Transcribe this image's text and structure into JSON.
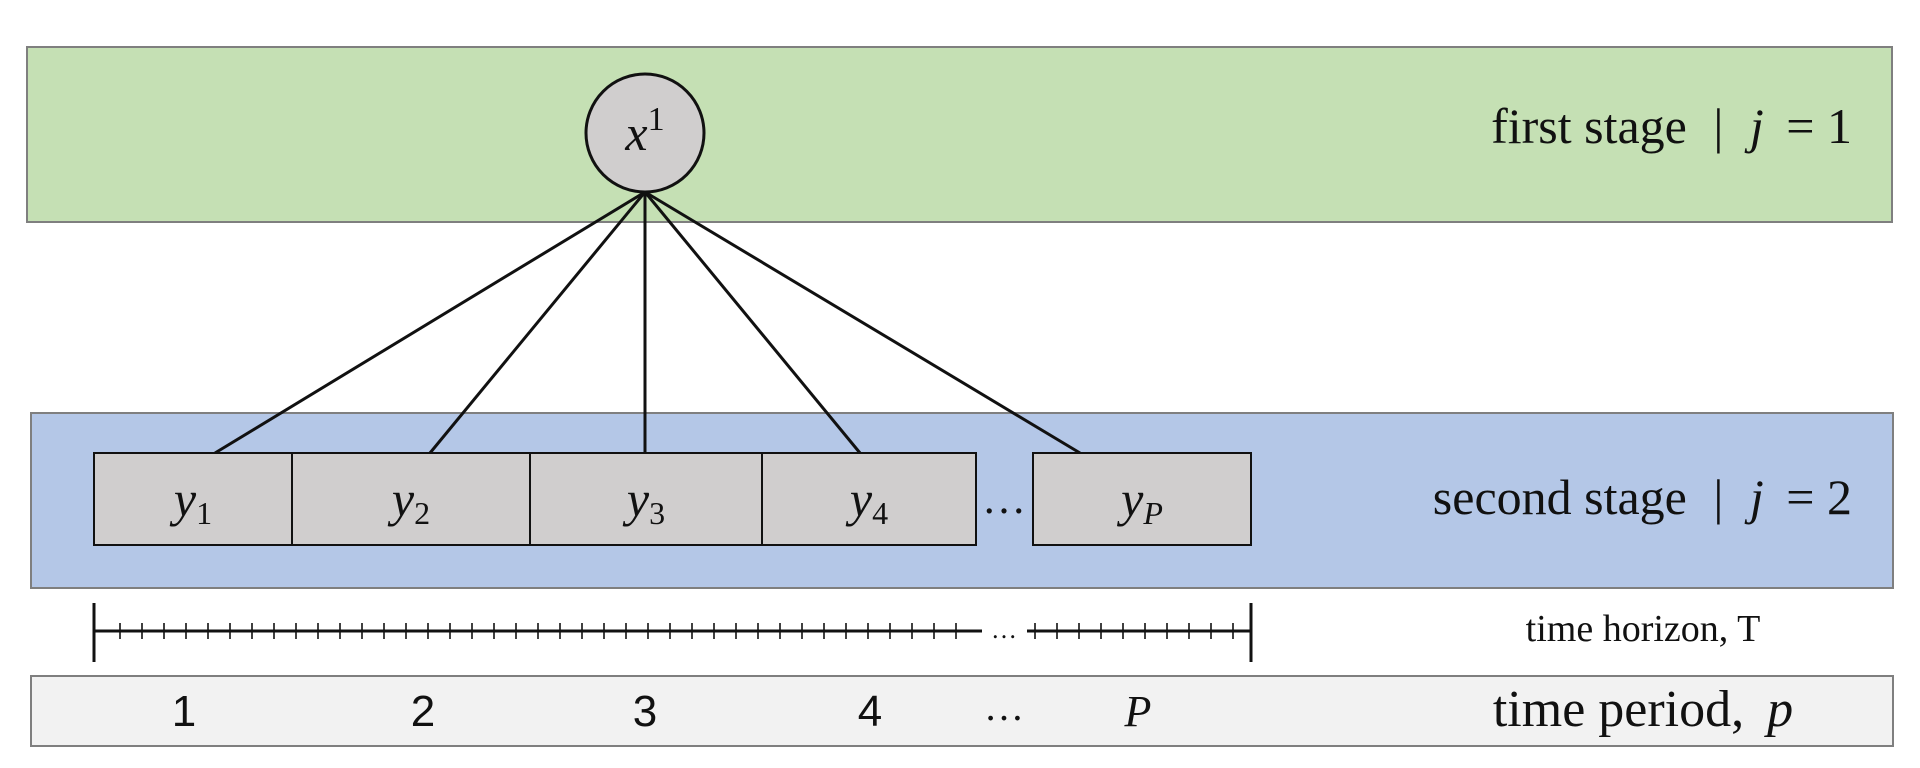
{
  "colors": {
    "first_stage_band": "#c5e0b4",
    "second_stage_band": "#b4c7e7",
    "time_period_band": "#f2f2f2",
    "node_fill": "#d0cece",
    "stroke": "#111111",
    "band_border": "#7f7f7f"
  },
  "first_stage": {
    "label": "first stage",
    "separator": "|",
    "index_var": "j",
    "index_eq": "= 1"
  },
  "root_node": {
    "var": "x",
    "sup": "1"
  },
  "second_stage": {
    "label": "second stage",
    "separator": "|",
    "index_var": "j",
    "index_eq": "= 2",
    "gap_label": "…",
    "boxes": [
      {
        "var": "y",
        "sub": "1"
      },
      {
        "var": "y",
        "sub": "2"
      },
      {
        "var": "y",
        "sub": "3"
      },
      {
        "var": "y",
        "sub": "4"
      },
      {
        "var": "y",
        "sub": "P"
      }
    ]
  },
  "time_axis": {
    "label": "time horizon, T",
    "gap_label": "…"
  },
  "time_period": {
    "label_text": "time period,",
    "label_var": "p",
    "gap_label": "…",
    "ticks": [
      "1",
      "2",
      "3",
      "4",
      "P"
    ]
  }
}
